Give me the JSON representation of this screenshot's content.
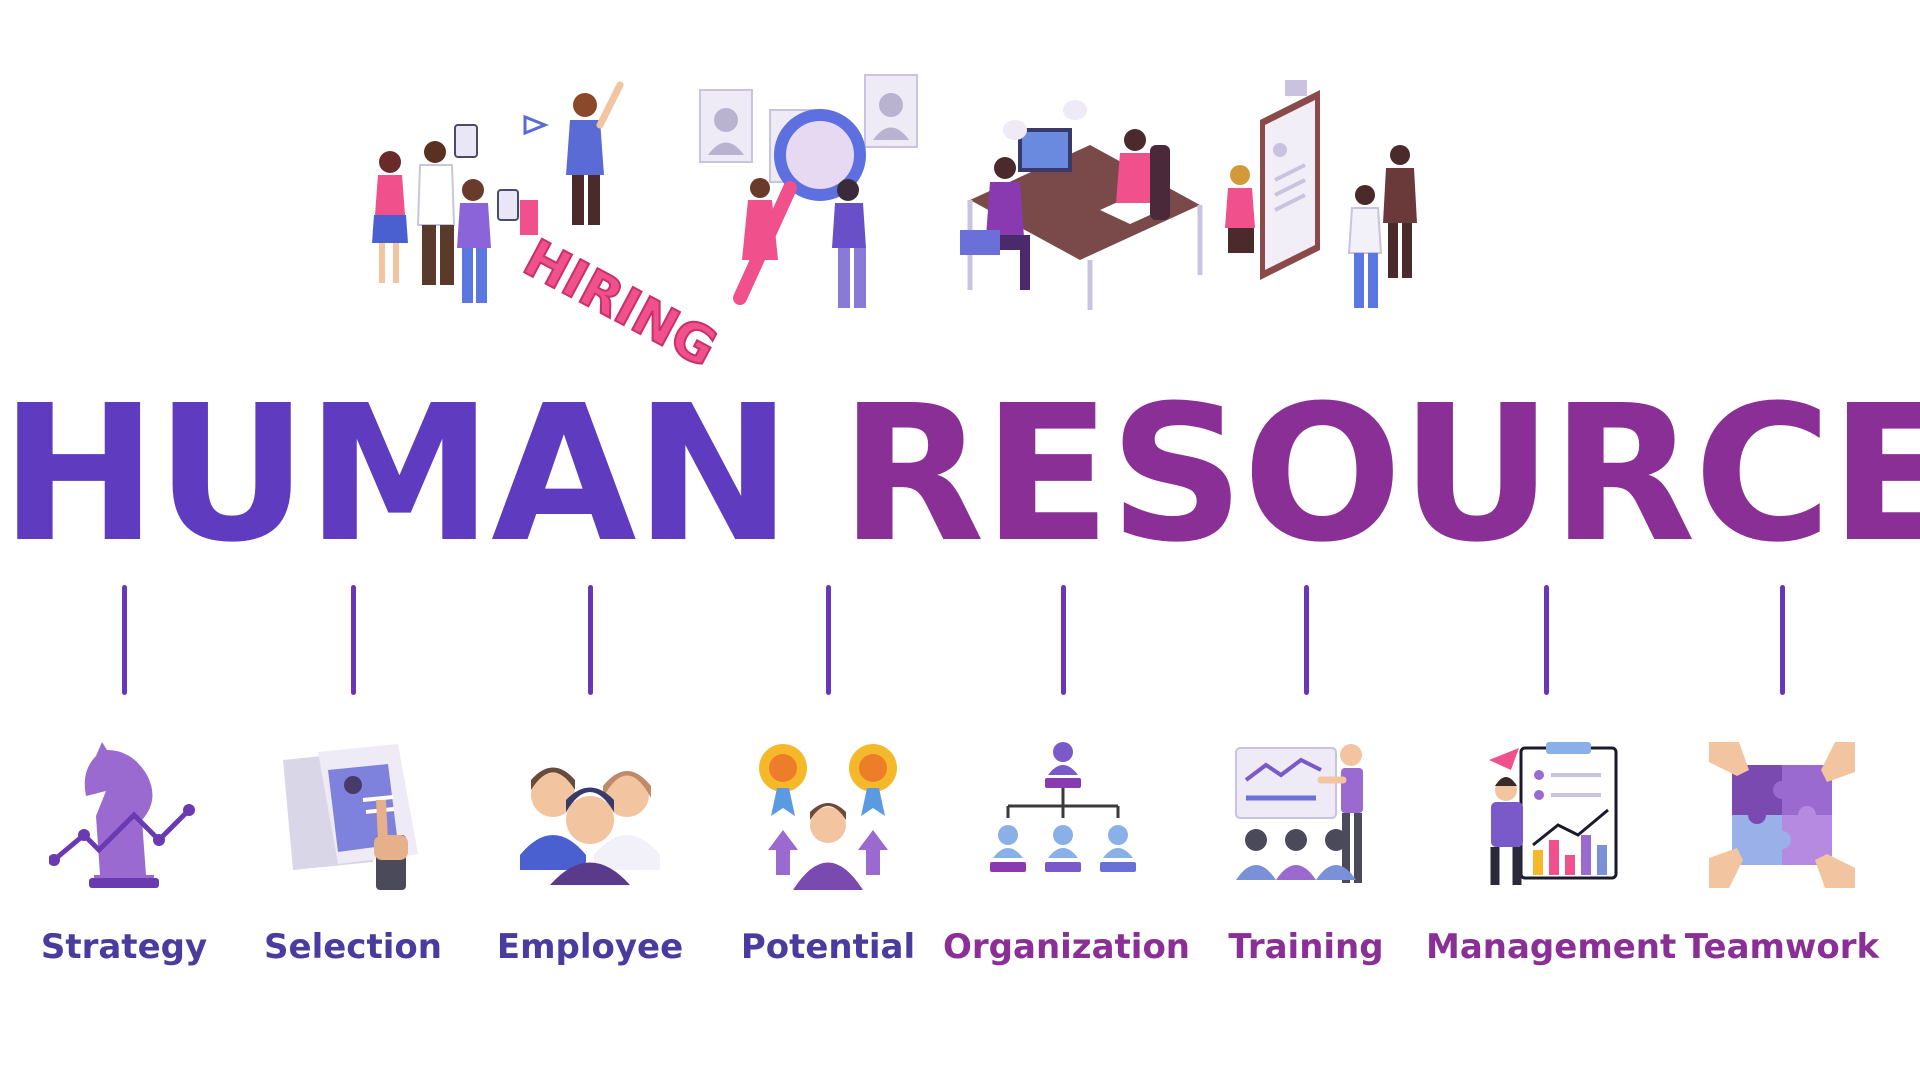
{
  "title": {
    "word1": "HUMAN",
    "word2": "RESOURCE"
  },
  "colors": {
    "title_word1": "#5e3bbf",
    "title_word2": "#8a2f96",
    "connector": "#6a35b6",
    "label_blue": "#4a3b9e",
    "label_purple": "#8a2f96",
    "accent_pink": "#f0508c"
  },
  "illustrations": [
    {
      "icon": "hiring-team-illustration",
      "sign_text": "HIRING"
    },
    {
      "icon": "candidate-search-illustration"
    },
    {
      "icon": "interview-desk-illustration"
    },
    {
      "icon": "resume-review-illustration"
    }
  ],
  "categories": [
    {
      "label": "Strategy",
      "icon": "chess-knight-icon"
    },
    {
      "label": "Selection",
      "icon": "resume-selection-icon"
    },
    {
      "label": "Employee",
      "icon": "employees-group-icon"
    },
    {
      "label": "Potential",
      "icon": "award-medals-icon"
    },
    {
      "label": "Organization",
      "icon": "org-chart-icon"
    },
    {
      "label": "Training",
      "icon": "training-presentation-icon"
    },
    {
      "label": "Management",
      "icon": "management-clipboard-icon"
    },
    {
      "label": "Teamwork",
      "icon": "puzzle-hands-icon"
    }
  ]
}
